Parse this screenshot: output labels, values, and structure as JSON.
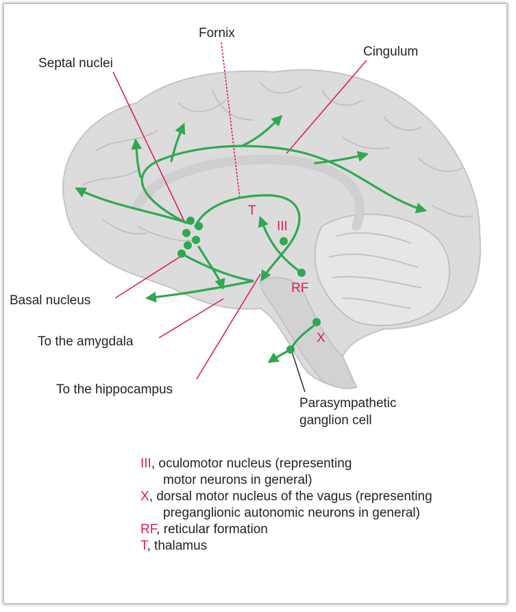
{
  "labels": {
    "fornix": "Fornix",
    "septal_nuclei": "Septal nuclei",
    "cingulum": "Cingulum",
    "basal_nucleus": "Basal nucleus",
    "to_amygdala": "To the amygdala",
    "to_hippocampus": "To the hippocampus",
    "parasympathetic_line1": "Parasympathetic",
    "parasympathetic_line2": "ganglion cell"
  },
  "diagram_abbr": {
    "t": "T",
    "iii": "III",
    "rf": "RF",
    "x": "X"
  },
  "legend": [
    {
      "abbr": "III",
      "text": ", oculomotor nucleus (representing",
      "cont": "motor neurons in general)"
    },
    {
      "abbr": "X",
      "text": ", dorsal motor nucleus of the vagus (representing",
      "cont": "preganglionic autonomic neurons in general)"
    },
    {
      "abbr": "RF",
      "text": ", reticular formation",
      "cont": ""
    },
    {
      "abbr": "T",
      "text": ", thalamus",
      "cont": ""
    }
  ],
  "colors": {
    "pathway": "#2fa84f",
    "leader": "#d81e54",
    "brain": "#dcdcdc"
  }
}
